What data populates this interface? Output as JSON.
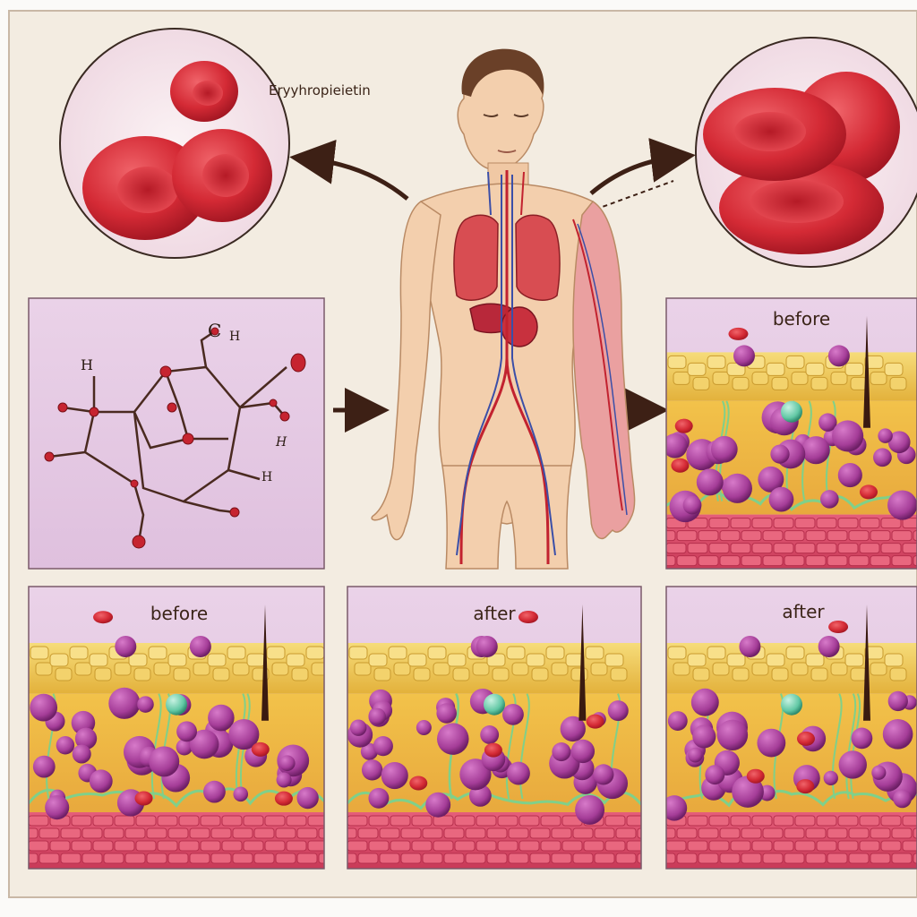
{
  "labels": {
    "hormone_name": "Eryyhropieietin",
    "panel_before_right": "before",
    "panel_before_left": "before",
    "panel_after_middle": "after",
    "panel_after_right": "after"
  },
  "molecule": {
    "atom_labels": [
      "C",
      "H",
      "H",
      "H",
      "H"
    ]
  },
  "colors": {
    "page_bg": "#f3ece1",
    "panel_bg": "#ebd3e6",
    "rbc": "#d42a35",
    "rbc_dark": "#9d1420",
    "fat": "#f0cc55",
    "cell_purple": "#a53d98",
    "cell_green": "#62c8a5",
    "tissue_pink": "#df4e70",
    "skin": "#f3cfad",
    "arrow": "#4a2a1c"
  },
  "icons": [
    "blood-cell-icon",
    "arrow-icon",
    "molecule-icon",
    "human-body-icon"
  ]
}
